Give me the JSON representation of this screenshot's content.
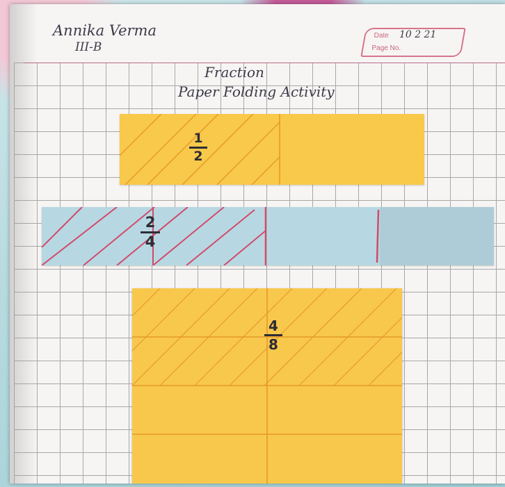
{
  "header": {
    "student_name": "Annika Verma",
    "student_class": "III-B",
    "date_label": "Date",
    "date_value": "10 2 21",
    "page_label": "Page No."
  },
  "title": {
    "line1": "Fraction",
    "line2": "Paper Folding Activity"
  },
  "strips": [
    {
      "fraction_numerator": "1",
      "fraction_denominator": "2",
      "color": "#f8c94a",
      "parts": 2,
      "shaded_parts": 1
    },
    {
      "fraction_numerator": "2",
      "fraction_denominator": "4",
      "color": "#b7d8e2",
      "parts": 4,
      "shaded_parts": 2
    },
    {
      "fraction_numerator": "4",
      "fraction_denominator": "8",
      "color": "#f8c84c",
      "parts": 8,
      "shaded_parts": 4
    }
  ],
  "colors": {
    "hatch_yellow": "#e89a2f",
    "hatch_blue": "#d14a6a",
    "fold_line": "#e6982a"
  }
}
